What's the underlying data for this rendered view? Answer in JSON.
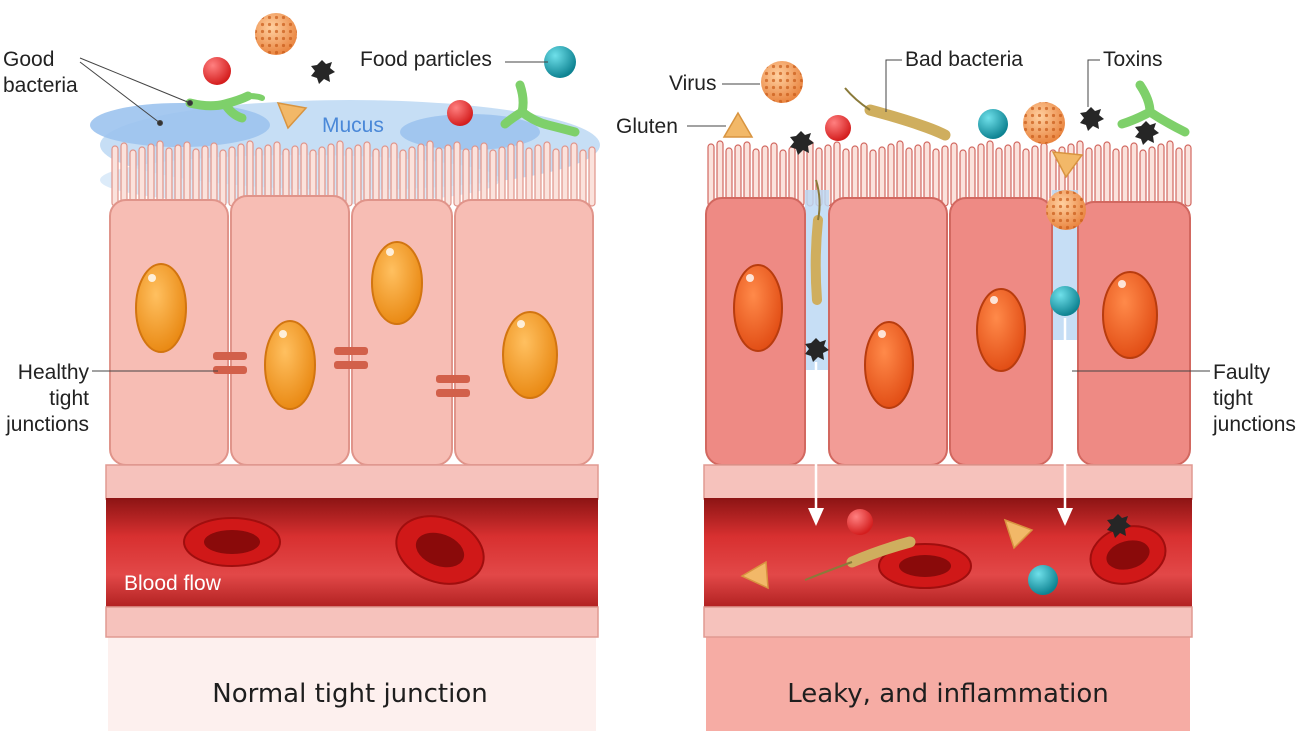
{
  "labels": {
    "good_bacteria_line1": "Good",
    "good_bacteria_line2": "bacteria",
    "food_particles": "Food particles",
    "mucus": "Mucus",
    "healthy_line1": "Healthy",
    "healthy_line2": "tight",
    "healthy_line3": "junctions",
    "blood_flow": "Blood flow",
    "virus": "Virus",
    "bad_bacteria": "Bad bacteria",
    "toxins": "Toxins",
    "gluten": "Gluten",
    "faulty_line1": "Faulty",
    "faulty_line2": "tight",
    "faulty_line3": "junctions"
  },
  "captions": {
    "normal": "Normal tight junction",
    "leaky": "Leaky, and inflammation"
  },
  "colors": {
    "healthy_cell": "#f7b7ae",
    "inflamed_cell": "#ee8a84",
    "nucleus": "#f4961c",
    "inflamed_nucleus": "#ef5a1e",
    "mucus": "#a9cdf0",
    "blood": "#d42a2a",
    "food_particle": "#1aa3b3",
    "good_bacteria": "#8ad46a",
    "bad_bacteria": "#cfae5e",
    "toxin": "#222222",
    "virus": "#f0a060",
    "gluten": "#f2c07a"
  }
}
